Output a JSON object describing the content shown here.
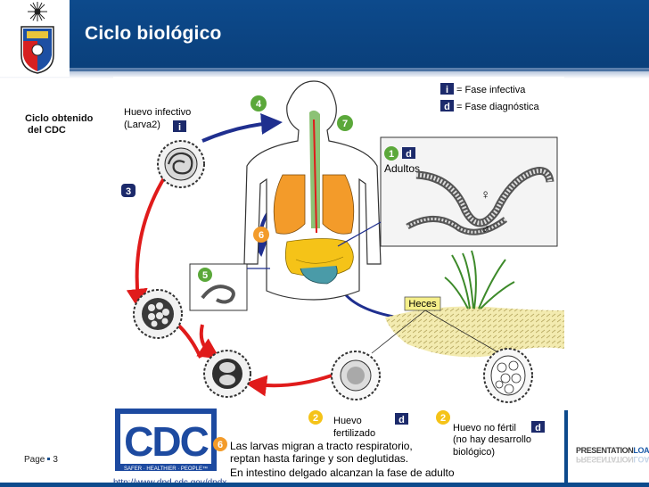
{
  "header": {
    "title": "Ciclo biológico"
  },
  "side_note": {
    "line1": "Ciclo obtenido",
    "line2": " del CDC"
  },
  "legend": {
    "infective_letter": "i",
    "infective": "= Fase infectiva",
    "diagnostic_letter": "d",
    "diagnostic": "= Fase diagnóstica"
  },
  "stages": {
    "s1": "1",
    "s2a": "2",
    "s2b": "2",
    "s3": "3",
    "s4": "4",
    "s5": "5",
    "s6": "6",
    "s6b": "6",
    "s7": "7"
  },
  "labels": {
    "huevo_infectivo_1": "Huevo infectivo",
    "huevo_infectivo_2": "(Larva2)",
    "adultos": "Adultos",
    "female": "♀",
    "male": "♂",
    "heces": "Heces",
    "fertilizado_1": "Huevo",
    "fertilizado_2": "fertilizado",
    "no_fertil_1": "Huevo no fértil",
    "no_fertil_2": "(no hay desarrollo",
    "no_fertil_3": "biológico)",
    "larvas_1": "Las larvas migran a tracto respiratorio,",
    "larvas_2": "reptan hasta faringe y son deglutidas.",
    "larvas_3": "En intestino delgado alcanzan la fase de adulto"
  },
  "cdc": {
    "logo": "CDC",
    "tagline": "SAFER · HEALTHIER · PEOPLE™",
    "url": "http://www.dpd.cdc.gov/dpdx"
  },
  "footer": {
    "page_label": "Page",
    "page_number": "3",
    "brand_a": "PRESENTATION",
    "brand_b": "LOAD"
  },
  "colors": {
    "header": "#0d4a8c",
    "arrow_red": "#e01b1b",
    "arrow_blue": "#1f2f8f",
    "stage_green": "#5ba83a",
    "badge_navy": "#1c2a6b",
    "lung": "#f39b2a",
    "intestine": "#f5c318",
    "colon": "#4a9ba8"
  }
}
